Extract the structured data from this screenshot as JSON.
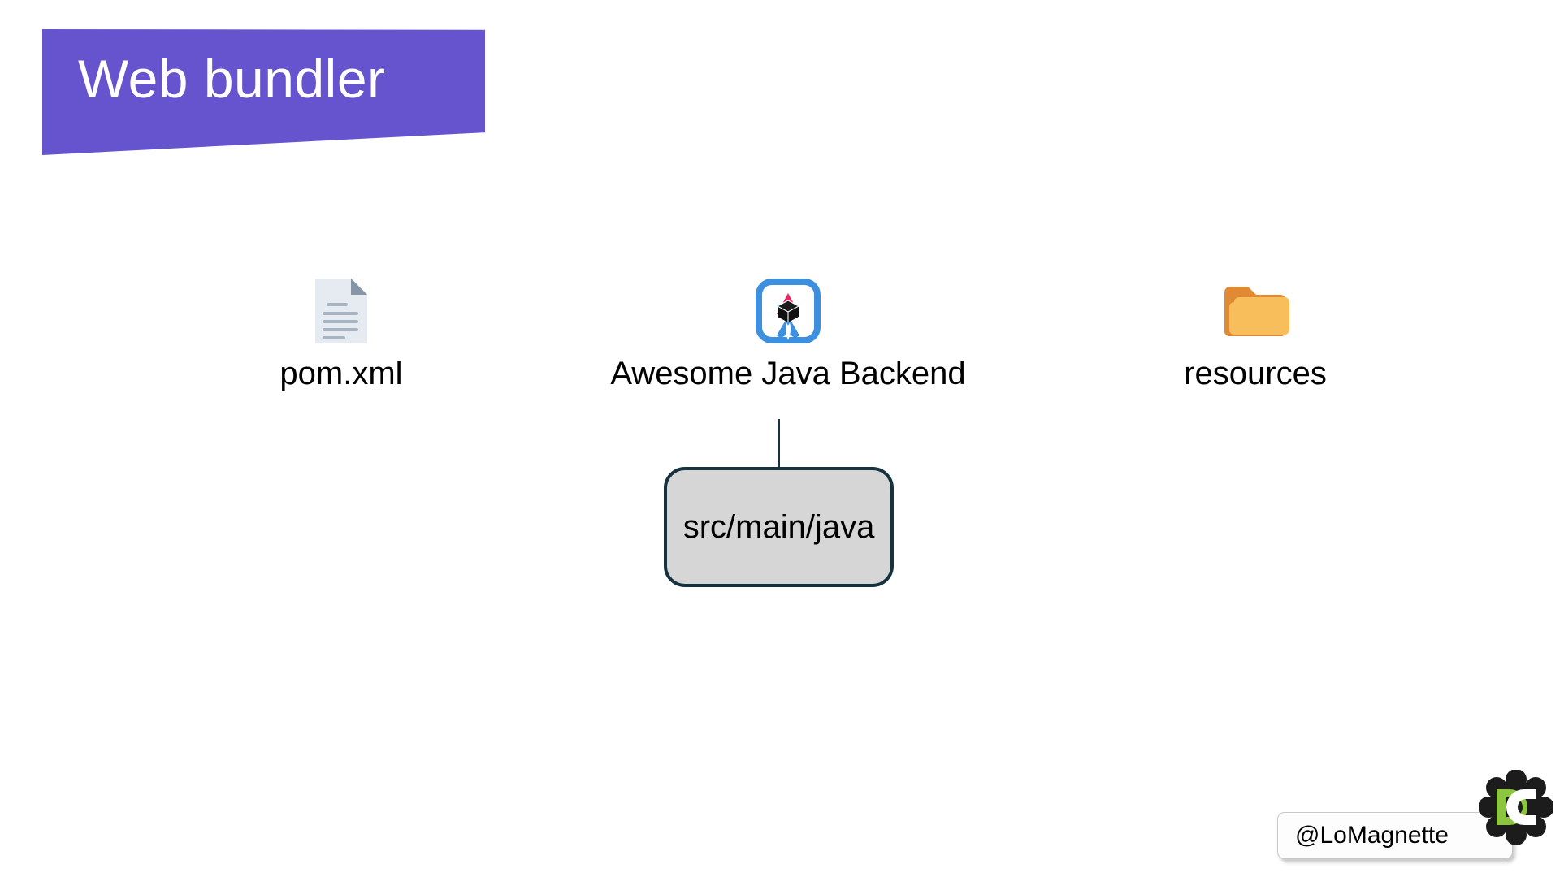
{
  "slide": {
    "background_color": "#ffffff",
    "title": {
      "text": "Web bundler",
      "banner_color": "#6653CE",
      "text_color": "#ffffff"
    },
    "nodes": [
      {
        "id": "pom",
        "label": "pom.xml",
        "icon": "document-icon",
        "icon_colors": {
          "page": "#E3E8EF",
          "fold": "#8D9AAB",
          "lines": "#A9B4C2"
        }
      },
      {
        "id": "app",
        "label": "Awesome Java Backend",
        "icon": "bundler-logo-icon",
        "icon_colors": {
          "frame": "#3D8FE0",
          "star_pink": "#E8255F",
          "star_blue": "#3D8FE0",
          "cube": "#111111"
        }
      },
      {
        "id": "resources",
        "label": "resources",
        "icon": "folder-icon",
        "icon_colors": {
          "back": "#E08B33",
          "front": "#F7BE5B"
        }
      }
    ],
    "connector": {
      "from": "app",
      "to": "src-main-java-box",
      "color": "#17323F"
    },
    "box": {
      "text": "src/main/java",
      "fill_color": "#D6D6D6",
      "border_color": "#17323F"
    },
    "watermark": {
      "handle": "@LoMagnette",
      "logo": "devcrowd-flower-logo-icon",
      "logo_colors": {
        "petals": "#1C1C1C",
        "green": "#8CC63F",
        "white": "#FFFFFF"
      }
    }
  }
}
